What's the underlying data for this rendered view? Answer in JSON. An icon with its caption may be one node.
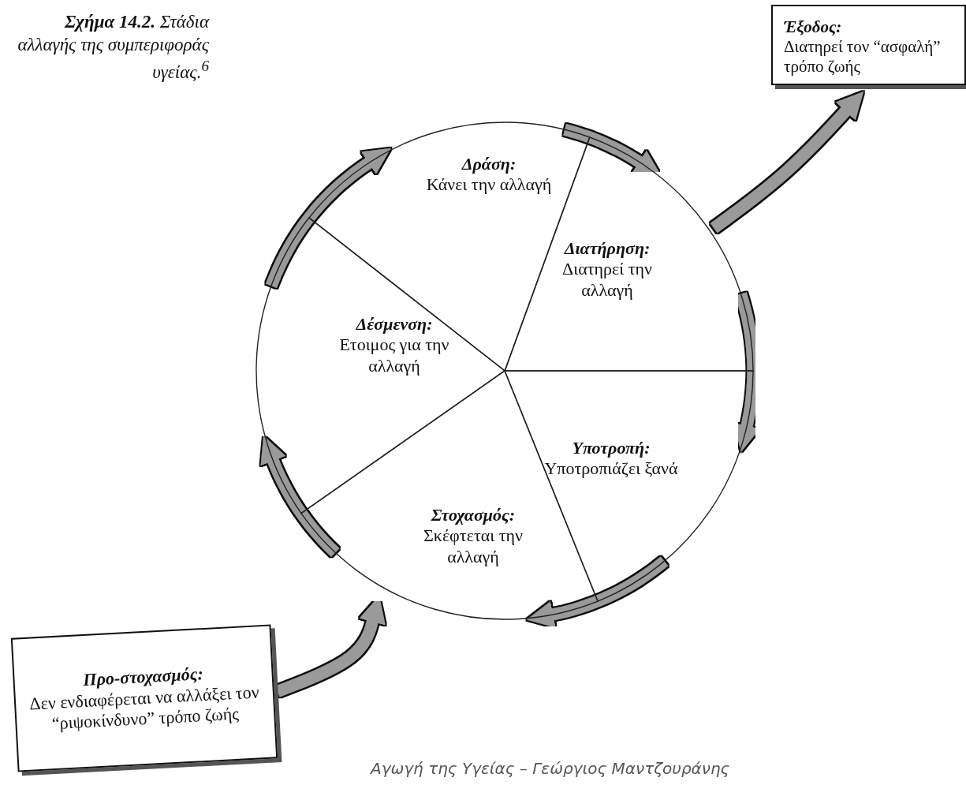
{
  "diagram": {
    "title": "**Σχήμα 14.2.** Στάδια αλλαγής της συμπεριφοράς υγείας.$^{6}$",
    "nodes": [
      {
        "text": [
          "Προ-στοχασμός:",
          "Δεν ενδιαφέρεται να αλλάξει τον “ριψοκίνδυνο” τρόπο ζωής"
        ]
      },
      {
        "text": [
          "Στοχασμός:",
          "Σκέφτεται την αλλαγή"
        ]
      },
      {
        "text": [
          "Δέσμενση:",
          "Ετοιμος για την αλλαγή"
        ]
      },
      {
        "text": [
          "Δράση:",
          "Κάνει την αλλαγή"
        ]
      },
      {
        "text": [
          "Διατήρηση:",
          "Διατηρεί την αλλαγή"
        ]
      },
      {
        "text": [
          "Υποτροπή:",
          "Υποτροπιάζει ξανά"
        ]
      },
      {
        "text": [
          "Έξοδος:",
          "Διατηρεί τον “ασφαλή” τρόπο ζωής"
        ]
      }
    ],
    "edges": [
      {
        "from": 0,
        "to": 1,
        "arrow": "to"
      },
      {
        "from": 1,
        "to": 2,
        "arrow": "to"
      },
      {
        "from": 2,
        "to": 3,
        "arrow": "to"
      },
      {
        "from": 3,
        "to": 4,
        "arrow": "to"
      },
      {
        "from": 4,
        "to": 5,
        "arrow": "to"
      },
      {
        "from": 5,
        "to": 1,
        "arrow": "to"
      },
      {
        "from": 4,
        "to": 6,
        "arrow": "to"
      }
    ],
    "labels": [
      "Αγωγή της Υγείας – Γεώργιος Μαντζουράνης"
    ]
  }
}
